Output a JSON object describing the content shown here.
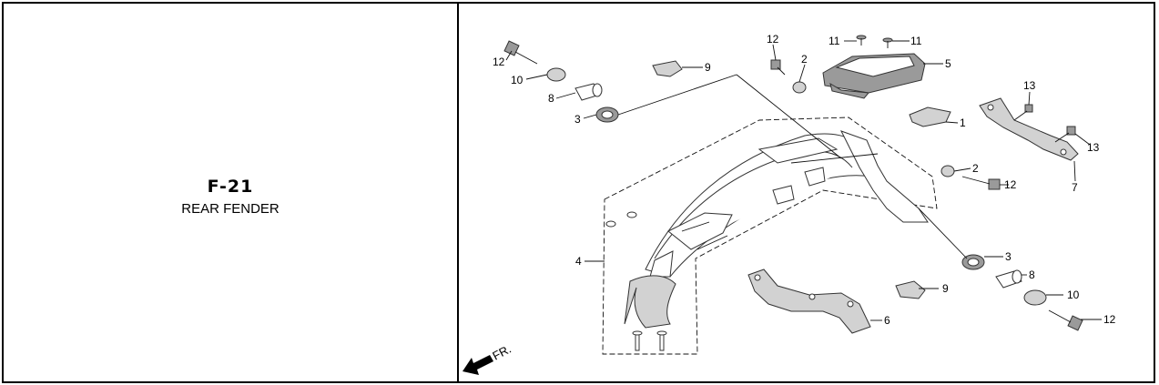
{
  "page": {
    "code": "F-21",
    "title": "REAR FENDER"
  },
  "diagram": {
    "direction_label": "FR.",
    "callouts": [
      {
        "id": "c12a",
        "text": "12"
      },
      {
        "id": "c10a",
        "text": "10"
      },
      {
        "id": "c8a",
        "text": "8"
      },
      {
        "id": "c3a",
        "text": "3"
      },
      {
        "id": "c9a",
        "text": "9"
      },
      {
        "id": "c12b",
        "text": "12"
      },
      {
        "id": "c2a",
        "text": "2"
      },
      {
        "id": "c11a",
        "text": "11"
      },
      {
        "id": "c11b",
        "text": "11"
      },
      {
        "id": "c5",
        "text": "5"
      },
      {
        "id": "c1",
        "text": "1"
      },
      {
        "id": "c13a",
        "text": "13"
      },
      {
        "id": "c13b",
        "text": "13"
      },
      {
        "id": "c7",
        "text": "7"
      },
      {
        "id": "c2b",
        "text": "2"
      },
      {
        "id": "c12c",
        "text": "12"
      },
      {
        "id": "c4",
        "text": "4"
      },
      {
        "id": "c3b",
        "text": "3"
      },
      {
        "id": "c8b",
        "text": "8"
      },
      {
        "id": "c9b",
        "text": "9"
      },
      {
        "id": "c10b",
        "text": "10"
      },
      {
        "id": "c12d",
        "text": "12"
      },
      {
        "id": "c6",
        "text": "6"
      }
    ]
  }
}
